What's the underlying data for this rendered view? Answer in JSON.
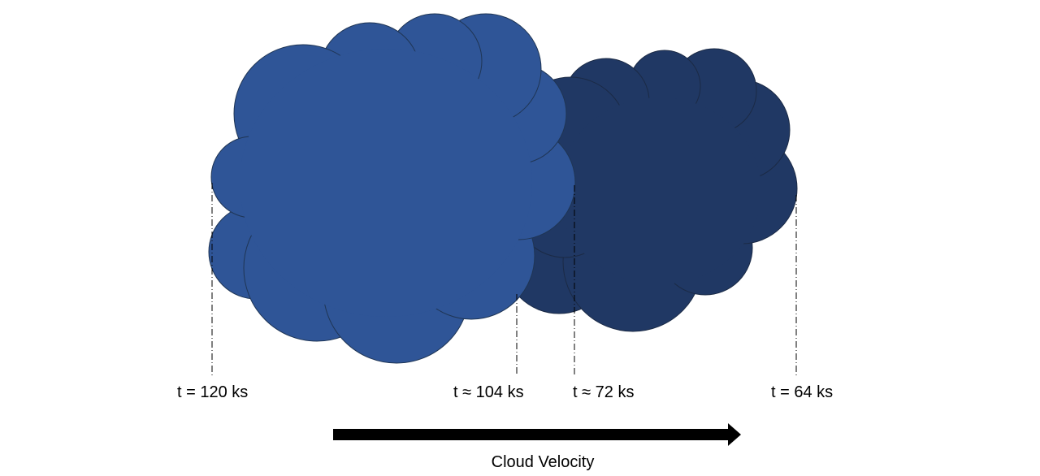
{
  "colors": {
    "leading_cloud": "#203864",
    "trailing_cloud": "#2f5597",
    "arrow": "#000000",
    "marker_lines": "#000000"
  },
  "markers": [
    {
      "label": "t = 120 ks"
    },
    {
      "label": "t ≈ 104 ks"
    },
    {
      "label": "t ≈ 72 ks"
    },
    {
      "label": "t = 64 ks"
    }
  ],
  "velocity_arrow": {
    "caption": "Cloud Velocity",
    "direction": "right"
  }
}
